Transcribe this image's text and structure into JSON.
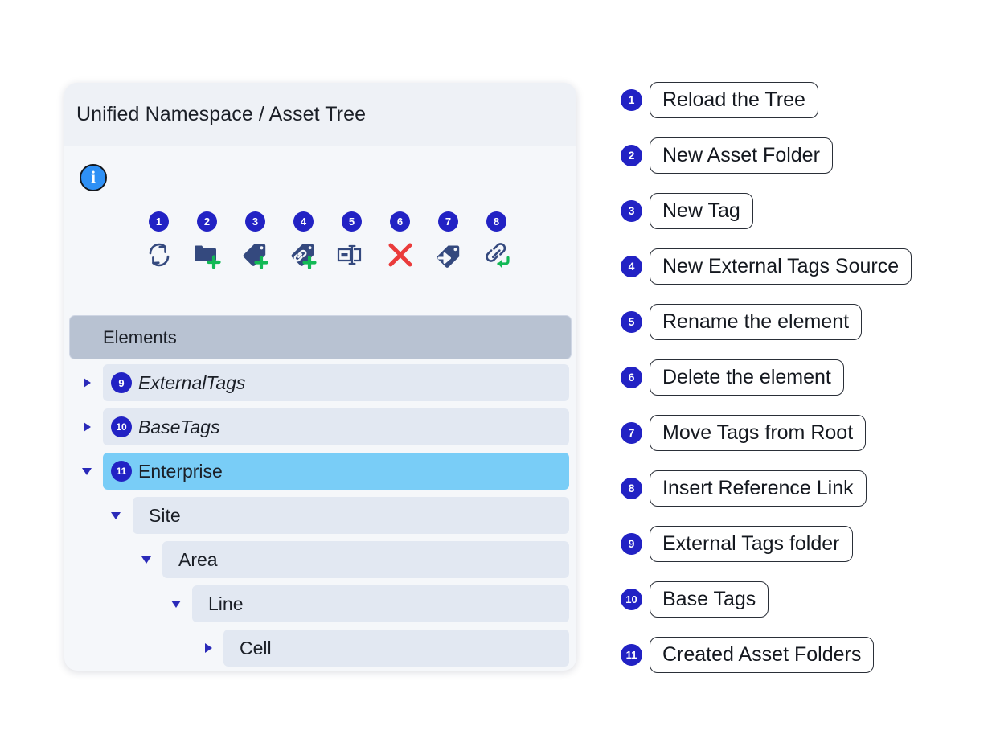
{
  "card": {
    "title": "Unified Namespace / Asset Tree",
    "info_icon": "info-icon",
    "info_glyph": "i",
    "elements_header": "Elements"
  },
  "toolbar": {
    "items": [
      {
        "badge": "1",
        "icon": "reload-icon",
        "name": "reload-the-tree-button"
      },
      {
        "badge": "2",
        "icon": "folder-plus-icon",
        "name": "new-asset-folder-button"
      },
      {
        "badge": "3",
        "icon": "tag-plus-icon",
        "name": "new-tag-button"
      },
      {
        "badge": "4",
        "icon": "link-tag-plus-icon",
        "name": "new-external-tags-source-button"
      },
      {
        "badge": "5",
        "icon": "rename-textbox-icon",
        "name": "rename-the-element-button"
      },
      {
        "badge": "6",
        "icon": "red-x-icon",
        "name": "delete-the-element-button"
      },
      {
        "badge": "7",
        "icon": "tag-move-arrow-icon",
        "name": "move-tags-from-root-button"
      },
      {
        "badge": "8",
        "icon": "link-return-arrow-icon",
        "name": "insert-reference-link-button"
      }
    ]
  },
  "tree": {
    "rows": [
      {
        "badge": "9",
        "label": "ExternalTags",
        "indent": 0,
        "arrow": "right",
        "italic": true,
        "selected": false
      },
      {
        "badge": "10",
        "label": "BaseTags",
        "indent": 0,
        "arrow": "right",
        "italic": true,
        "selected": false
      },
      {
        "badge": "11",
        "label": "Enterprise",
        "indent": 0,
        "arrow": "down",
        "italic": false,
        "selected": true
      },
      {
        "badge": "",
        "label": "Site",
        "indent": 1,
        "arrow": "down",
        "italic": false,
        "selected": false
      },
      {
        "badge": "",
        "label": "Area",
        "indent": 2,
        "arrow": "down",
        "italic": false,
        "selected": false
      },
      {
        "badge": "",
        "label": "Line",
        "indent": 3,
        "arrow": "down",
        "italic": false,
        "selected": false
      },
      {
        "badge": "",
        "label": "Cell",
        "indent": 4,
        "arrow": "right",
        "italic": false,
        "selected": false
      }
    ]
  },
  "legend": {
    "items": [
      {
        "badge": "1",
        "label": "Reload the Tree"
      },
      {
        "badge": "2",
        "label": "New Asset Folder"
      },
      {
        "badge": "3",
        "label": "New Tag"
      },
      {
        "badge": "4",
        "label": "New External Tags Source"
      },
      {
        "badge": "5",
        "label": "Rename the element"
      },
      {
        "badge": "6",
        "label": "Delete the element"
      },
      {
        "badge": "7",
        "label": "Move Tags from Root"
      },
      {
        "badge": "8",
        "label": "Insert Reference Link"
      },
      {
        "badge": "9",
        "label": "External Tags folder"
      },
      {
        "badge": "10",
        "label": "Base Tags"
      },
      {
        "badge": "11",
        "label": "Created Asset Folders"
      }
    ]
  },
  "colors": {
    "badge_blue": "#2222c4",
    "info_blue": "#2e90f5",
    "selected_row": "#79cdf7",
    "row_bg": "#e2e8f2",
    "elements_header": "#b8c2d2",
    "card_bg": "#f5f7fa",
    "header_bg": "#eef1f6",
    "icon_navy": "#34497e",
    "icon_green": "#12b955",
    "icon_red": "#ea3b3b"
  }
}
